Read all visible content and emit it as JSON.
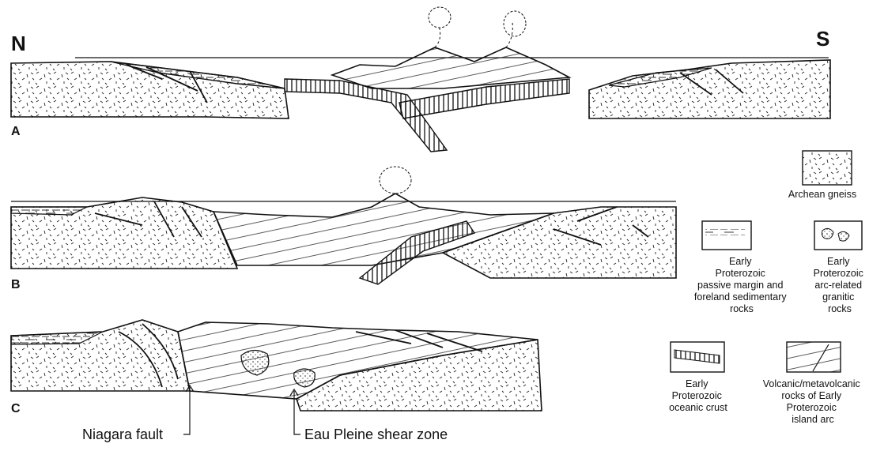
{
  "compass": {
    "north": "N",
    "south": "S"
  },
  "panels": [
    {
      "label": "A"
    },
    {
      "label": "B"
    },
    {
      "label": "C"
    }
  ],
  "legend": [
    {
      "id": "archean",
      "lines": [
        "Archean gneiss"
      ]
    },
    {
      "id": "passive",
      "lines": [
        "Early",
        "Proterozoic",
        "passive margin and",
        "foreland sedimentary",
        "rocks"
      ]
    },
    {
      "id": "granitic",
      "lines": [
        "Early",
        "Proterozoic",
        "arc-related",
        "granitic",
        "rocks"
      ]
    },
    {
      "id": "oceanic",
      "lines": [
        "Early",
        "Proterozoic",
        "oceanic crust"
      ]
    },
    {
      "id": "volcanic",
      "lines": [
        "Volcanic/metavolcanic",
        "rocks of Early",
        "Proterozoic",
        "island arc"
      ]
    }
  ],
  "annotations": {
    "niagara_fault": "Niagara fault",
    "eau_pleine": "Eau Pleine shear zone"
  },
  "colors": {
    "ink": "#111111",
    "paper": "#ffffff"
  }
}
